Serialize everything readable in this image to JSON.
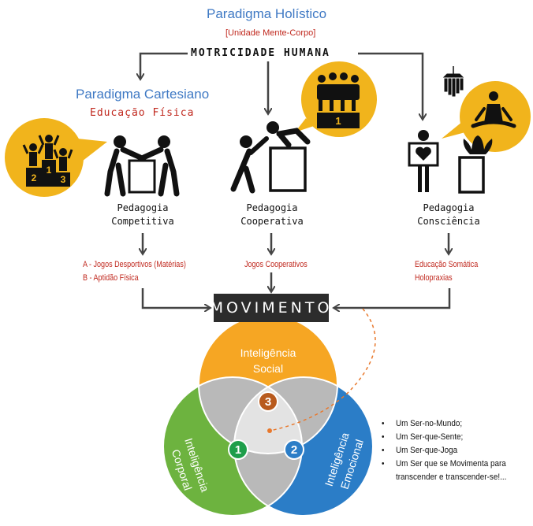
{
  "top": {
    "title": "Paradigma Holístico",
    "subtitle": "[Unidade Mente-Corpo]",
    "motricidade": "MOTRICIDADE HUMANA"
  },
  "left_block": {
    "paradigm": "Paradigma Cartesiano",
    "discipline": "Educação Física",
    "badge_numbers": [
      "2",
      "1",
      "3"
    ]
  },
  "middle_block": {
    "badge_number": "1"
  },
  "pedagogies": [
    {
      "line1": "Pedagogia",
      "line2": "Competitiva"
    },
    {
      "line1": "Pedagogia",
      "line2": "Cooperativa"
    },
    {
      "line1": "Pedagogia",
      "line2": "Consciência"
    }
  ],
  "practices": {
    "competitive": [
      "A - Jogos Desportivos (Matérias)",
      "B - Aptidão Física"
    ],
    "cooperative": [
      "Jogos Cooperativos"
    ],
    "conscious": [
      "Educação Somática",
      "Holopraxias"
    ]
  },
  "movimento": "MOVIMENTO",
  "venn": {
    "social": {
      "label1": "Inteligência",
      "label2": "Social",
      "number": "3"
    },
    "corporal": {
      "label1": "Inteligência",
      "label2": "Corporal",
      "number": "1"
    },
    "emocional": {
      "label1": "Inteligência",
      "label2": "Emocional",
      "number": "2"
    }
  },
  "bullets": {
    "symbol": "•",
    "items": [
      "Um Ser-no-Mundo;",
      "Um Ser-que-Sente;",
      "Um Ser-que-Joga",
      "Um Ser que se Movimenta para",
      "transcender e transcender-se!..."
    ]
  },
  "colors": {
    "title_blue": "#3f79c4",
    "red_text": "#c0281e",
    "gold_bubble": "#f1b41c",
    "social_orange": "#f6a623",
    "corporal_green": "#6db33f",
    "emocional_blue": "#2b7dc7",
    "movimento_bg": "#2c2c2c",
    "badge_3": "#b85a1d",
    "badge_1": "#1e9e4a",
    "badge_2": "#2b7dc7"
  }
}
